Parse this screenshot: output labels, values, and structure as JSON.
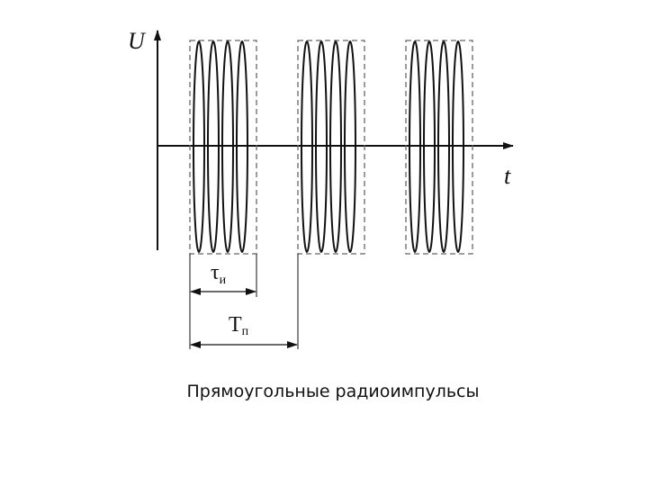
{
  "diagram": {
    "axis_y_label": "U",
    "axis_x_label": "t",
    "pulse_width_symbol": "τ",
    "pulse_width_subscript": "и",
    "period_symbol": "T",
    "period_subscript": "п"
  },
  "caption": "Прямоугольные радиоимпульсы"
}
